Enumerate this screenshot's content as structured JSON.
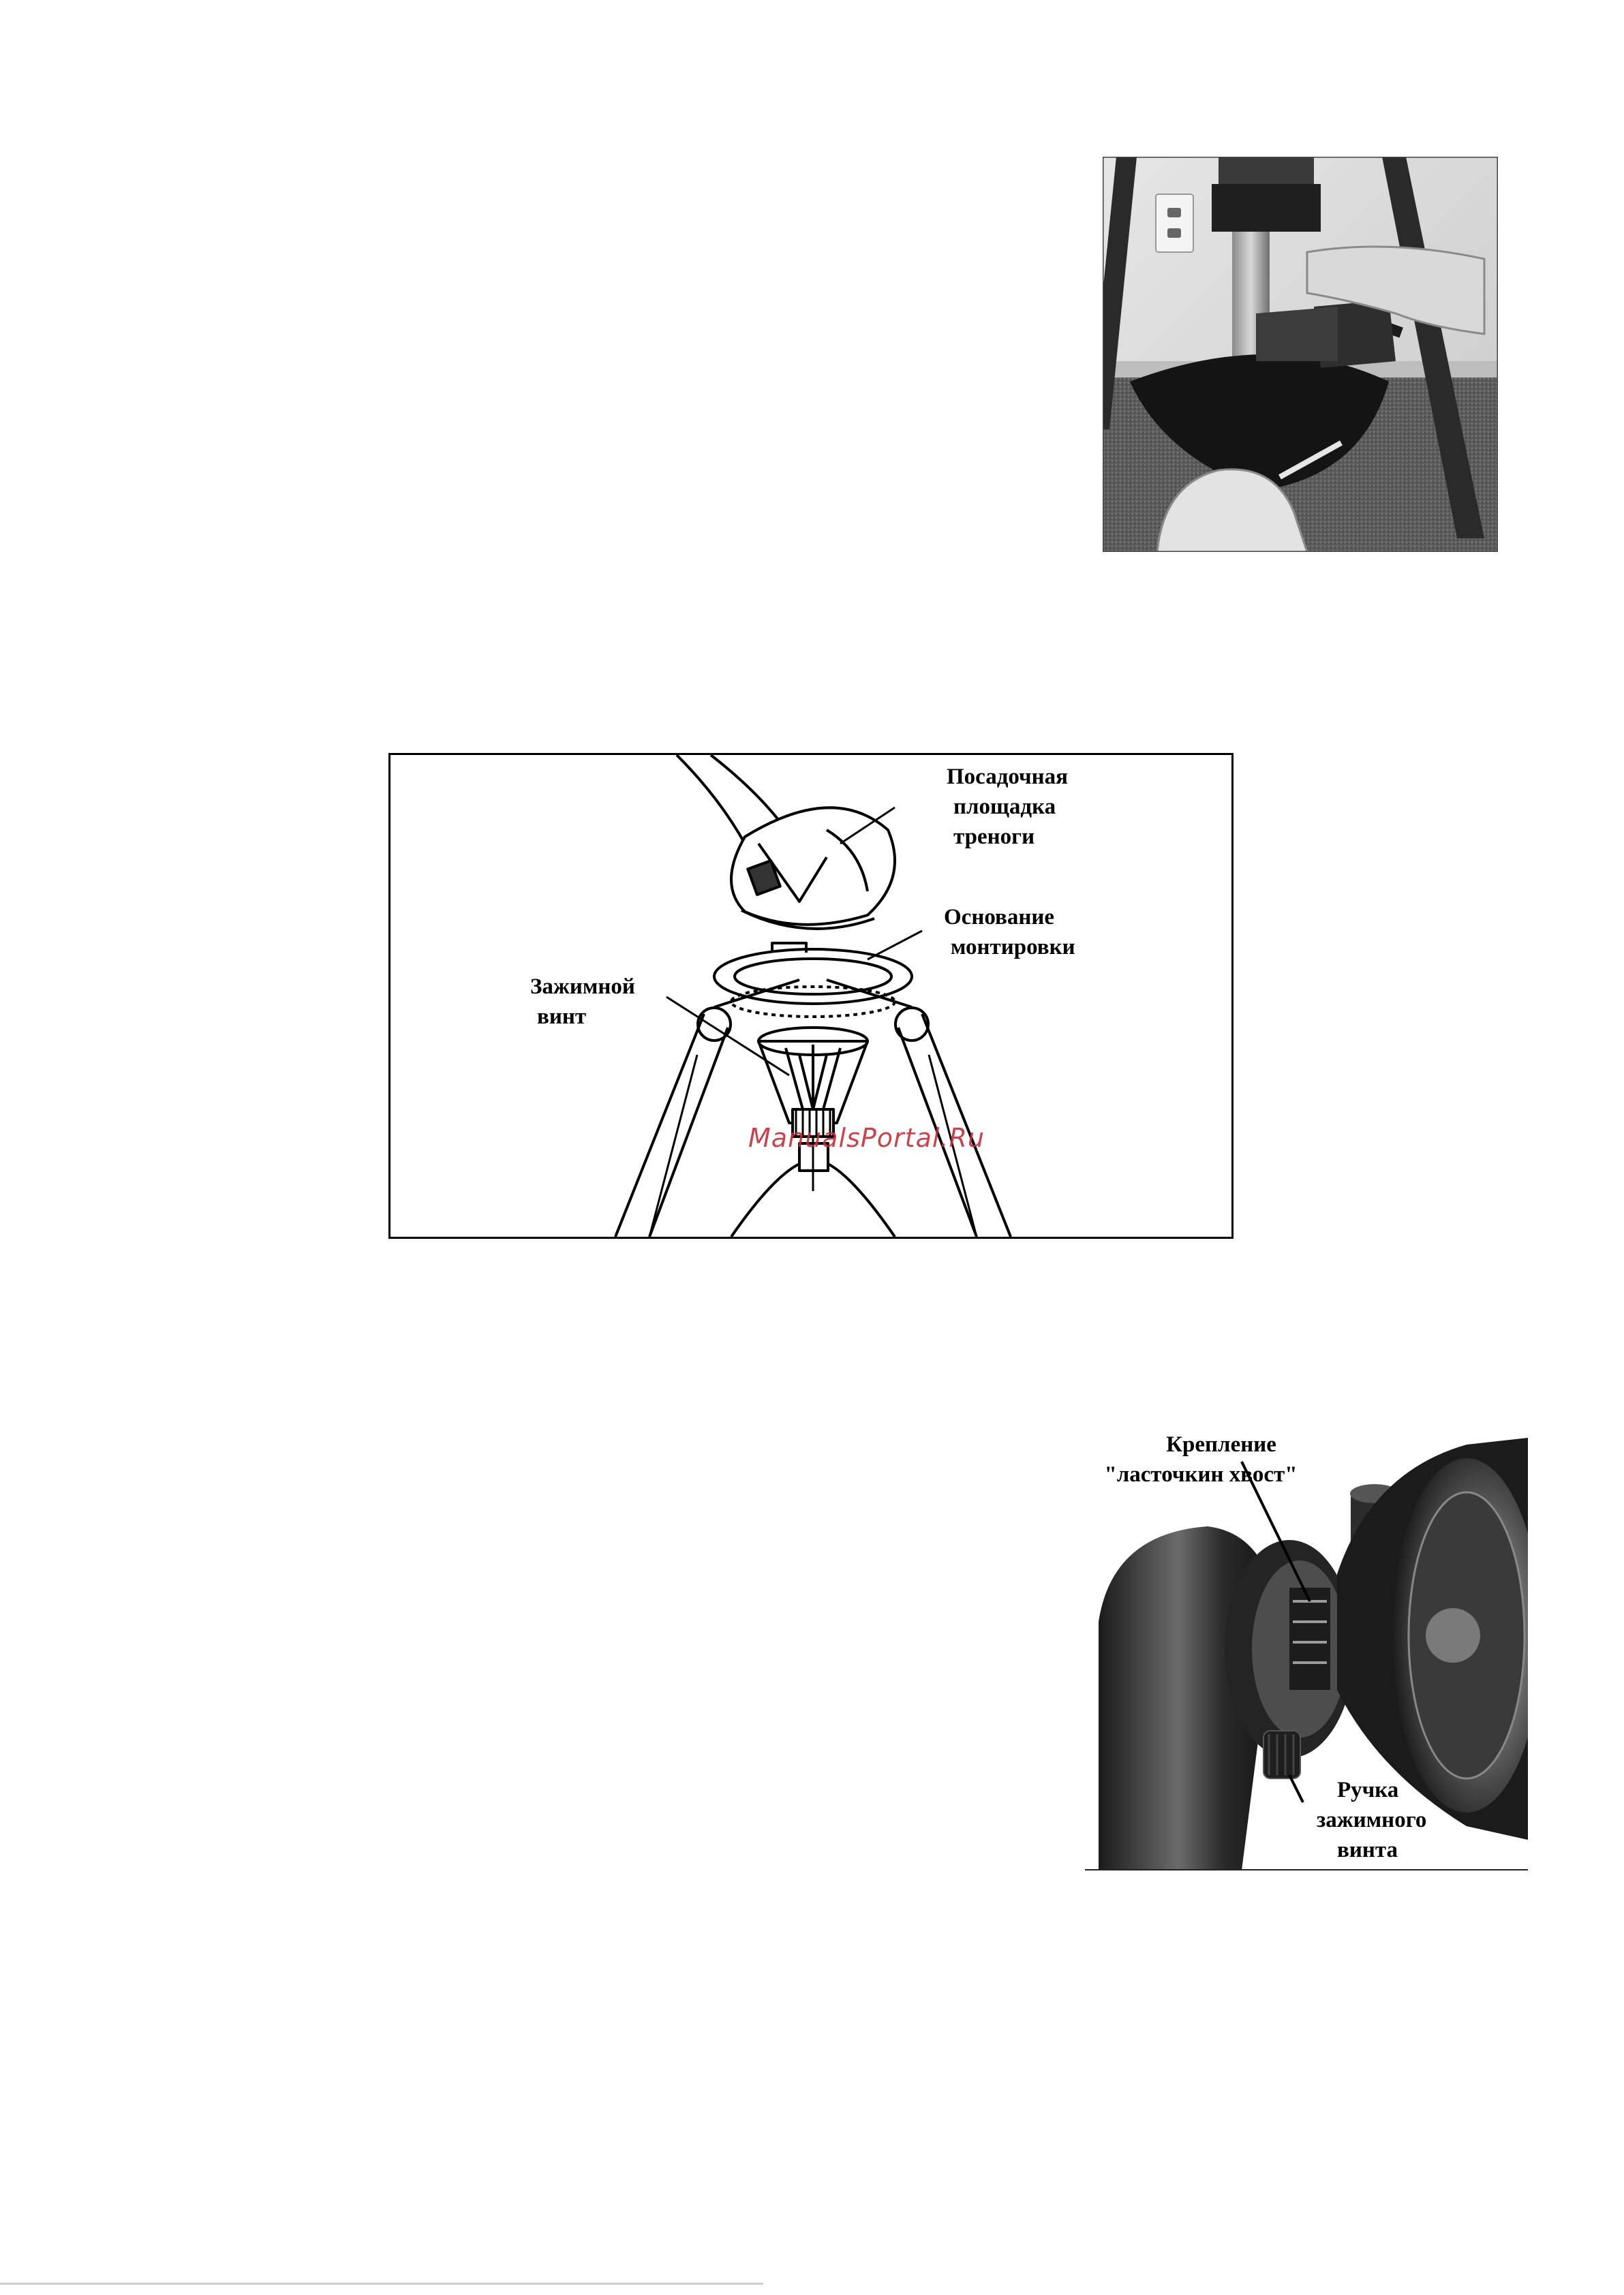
{
  "figure_tripod": {
    "labels": {
      "tray_line1": "Посадочная",
      "tray_line2": "площадка",
      "tray_line3": "треноги",
      "base_line1": "Основание",
      "base_line2": "монтировки",
      "screw_line1": "Зажимной",
      "screw_line2": "винт"
    },
    "watermark": "ManualsPortal.Ru"
  },
  "figure_mount": {
    "labels": {
      "dovetail_line1": "Крепление",
      "dovetail_line2": "\"ласточкин хвост\"",
      "knob_line1": "Ручка",
      "knob_line2": "зажимного",
      "knob_line3": "винта"
    }
  }
}
